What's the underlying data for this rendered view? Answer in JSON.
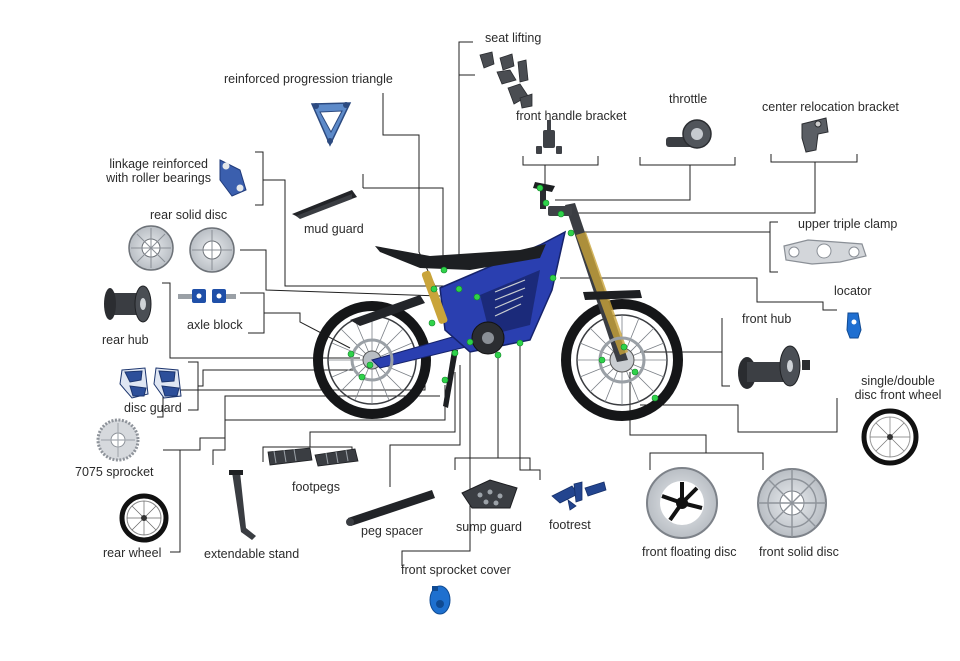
{
  "colors": {
    "frame_blue": "#2a3fb0",
    "frame_dark": "#1b2a7a",
    "part_gray": "#8a8f96",
    "part_dark": "#3a3d42",
    "leader": "#222222",
    "marker_green": "#2fd24a",
    "anodized_blue": "#1f6fd1"
  },
  "labels": {
    "seat_lifting": "seat lifting",
    "reinforced_progression_triangle": "reinforced progression triangle",
    "front_handle_bracket": "front handle bracket",
    "throttle": "throttle",
    "center_relocation_bracket": "center relocation bracket",
    "linkage_reinforced_line1": "linkage reinforced",
    "linkage_reinforced_line2": "with roller bearings",
    "mud_guard": "mud guard",
    "rear_solid_disc": "rear solid disc",
    "upper_triple_clamp": "upper triple clamp",
    "axle_block": "axle block",
    "locator": "locator",
    "rear_hub": "rear hub",
    "front_hub": "front hub",
    "single_double_line1": "single/double",
    "single_double_line2": "disc front wheel",
    "disc_guard": "disc guard",
    "sprocket_7075": "7075 sprocket",
    "footpegs": "footpegs",
    "rear_wheel": "rear wheel",
    "extendable_stand": "extendable stand",
    "peg_spacer": "peg spacer",
    "sump_guard": "sump guard",
    "footrest": "footrest",
    "front_floating_disc": "front floating disc",
    "front_solid_disc": "front solid disc",
    "front_sprocket_cover": "front sprocket cover"
  }
}
